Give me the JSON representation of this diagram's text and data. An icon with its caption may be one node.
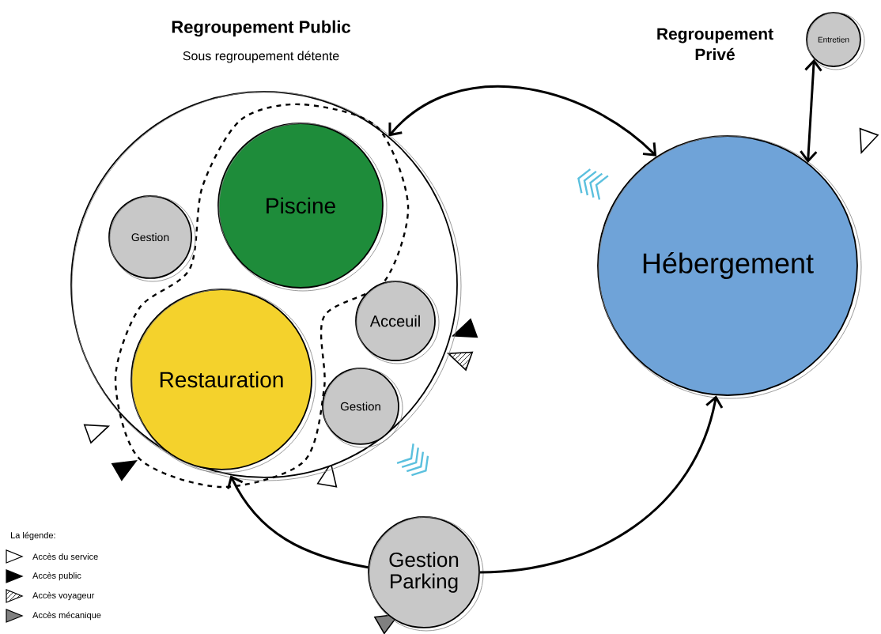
{
  "diagram": {
    "nodes": [
      {
        "text": [
          "Regroupement Public",
          "Sous regroupement détente"
        ]
      },
      {
        "text": [],
        "shape": "outline",
        "in": 0
      },
      {
        "text": [
          "Piscine"
        ],
        "in": 1
      },
      {
        "text": [
          "Gestion"
        ],
        "in": 0
      },
      {
        "text": [
          "Acceuil"
        ],
        "in": 0
      },
      {
        "text": [
          "Restauration"
        ],
        "in": 1
      },
      {
        "text": [
          "Gestion"
        ],
        "in": 0
      },
      {
        "text": [
          "Hébergement"
        ]
      },
      {
        "text": [
          "Entretien"
        ]
      },
      {
        "text": [
          "Gestion Parking"
        ]
      }
    ],
    "edges": [
      {
        "from": 0,
        "to": 7,
        "arrow": "both"
      },
      {
        "from": 8,
        "to": 7,
        "arrow": "both"
      },
      {
        "from": 9,
        "to": 0,
        "arrow": "to"
      },
      {
        "from": 9,
        "to": 7,
        "arrow": "to"
      }
    ],
    "labels": [
      "Regroupement Privé",
      "La légende:"
    ],
    "legend": [
      {
        "text": "Accès du service"
      },
      {
        "text": "Accès public"
      },
      {
        "text": "Accès voyageur"
      },
      {
        "text": "Accès mécanique"
      }
    ]
  }
}
